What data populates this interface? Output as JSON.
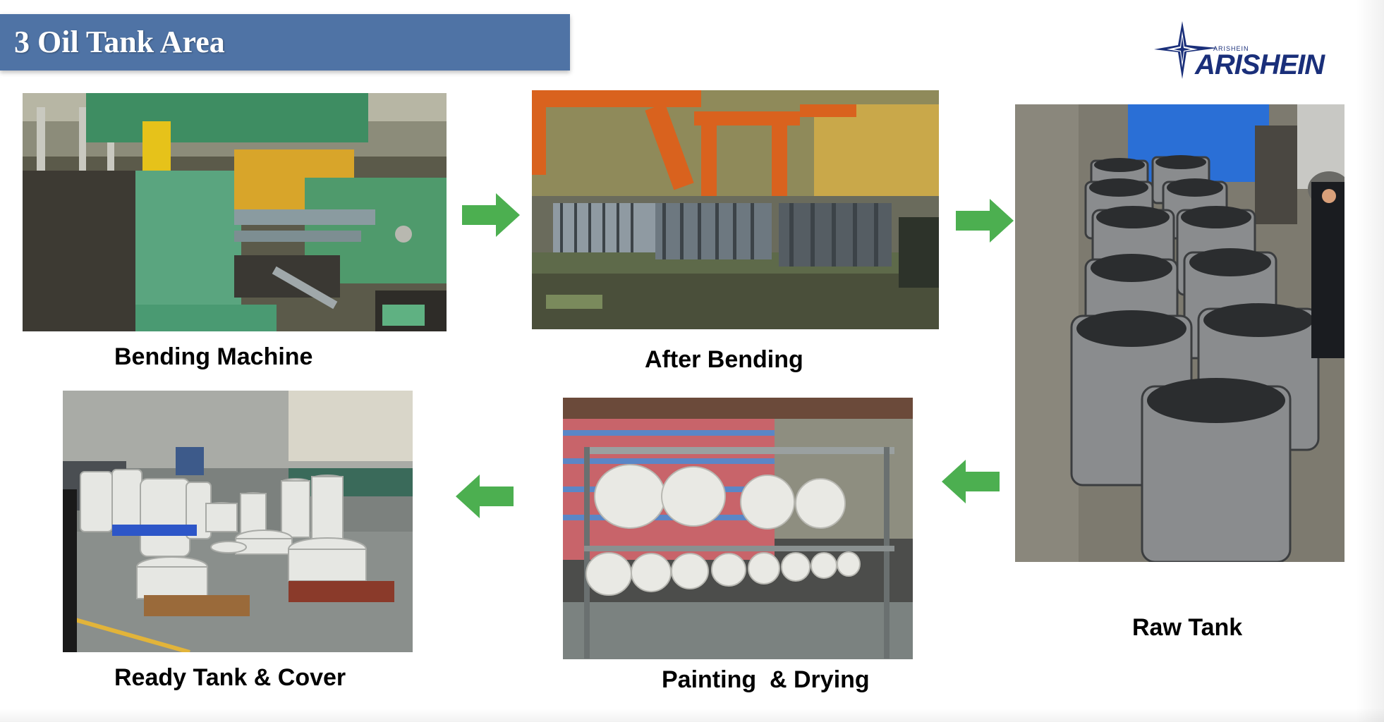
{
  "header": {
    "title": "3 Oil Tank Area"
  },
  "logo": {
    "small_text": "ARISHEIN",
    "brand_text": "ARISHEIN",
    "color": "#1a2f7a"
  },
  "steps": [
    {
      "caption": "Bending Machine",
      "photo_subject": "bending-machine-photo"
    },
    {
      "caption": "After Bending",
      "photo_subject": "after-bending-photo"
    },
    {
      "caption": "Raw Tank",
      "photo_subject": "raw-tank-photo"
    },
    {
      "caption": "Painting  & Drying",
      "photo_subject": "painting-drying-photo"
    },
    {
      "caption": "Ready Tank & Cover",
      "photo_subject": "ready-tank-cover-photo"
    }
  ],
  "colors": {
    "title_bar": "#4f73a5",
    "arrow": "#4caf50",
    "caption": "#000000"
  }
}
